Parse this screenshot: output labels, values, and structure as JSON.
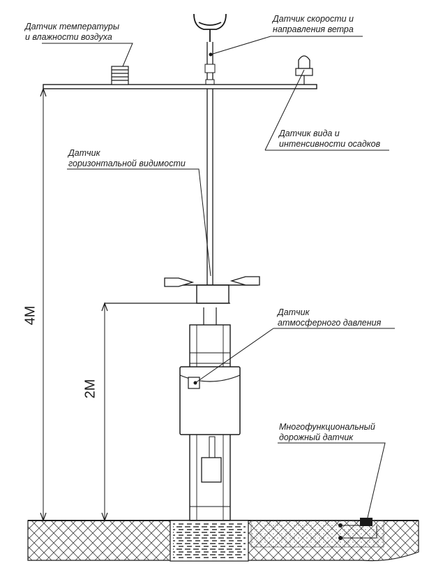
{
  "labels": {
    "temp_humidity": [
      "Датчик температуры",
      "и влажности воздуха"
    ],
    "wind": [
      "Датчик скорости и",
      "направления ветра"
    ],
    "precip": [
      "Датчик вида и",
      "интенсивности осадков"
    ],
    "visibility": [
      "Датчик",
      "горизонтальной видимости"
    ],
    "pressure": [
      "Датчик",
      "атмосферного давления"
    ],
    "road": [
      "Многофункциональный",
      "дорожный датчик"
    ]
  },
  "dimensions": {
    "total_height": "4М",
    "lower_height": "2М"
  },
  "colors": {
    "line": "#1a1a1a",
    "ground_fill": "#ffffff"
  }
}
